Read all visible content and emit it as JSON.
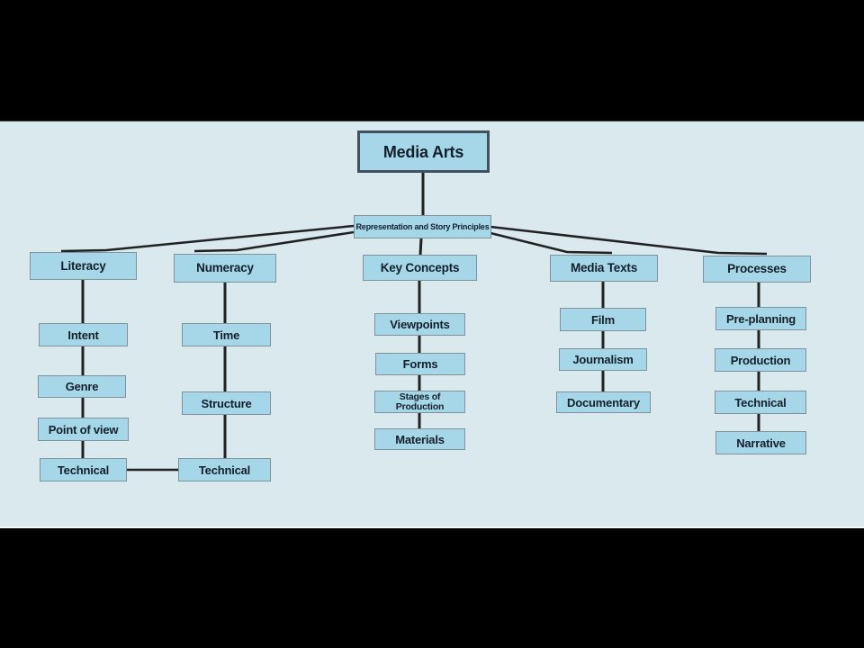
{
  "colors": {
    "letterbox": "#000000",
    "canvas_background": "#d9e9ee",
    "box_fill": "#a6d7e8",
    "box_border": "#7f929e",
    "root_box_border": "#41525e",
    "connector_line": "#1f2220",
    "text": "#13202b"
  },
  "diagram": {
    "root": {
      "label": "Media Arts"
    },
    "hub": {
      "label": "Representation and Story Principles"
    },
    "branches": [
      {
        "label": "Literacy",
        "children": [
          "Intent",
          "Genre",
          "Point of view",
          "Technical"
        ]
      },
      {
        "label": "Numeracy",
        "children": [
          "Time",
          "Structure",
          "Technical"
        ]
      },
      {
        "label": "Key Concepts",
        "children": [
          "Viewpoints",
          "Forms",
          "Stages of Production",
          "Materials"
        ]
      },
      {
        "label": "Media Texts",
        "children": [
          "Film",
          "Journalism",
          "Documentary"
        ]
      },
      {
        "label": "Processes",
        "children": [
          "Pre-planning",
          "Production",
          "Technical",
          "Narrative"
        ]
      }
    ]
  }
}
